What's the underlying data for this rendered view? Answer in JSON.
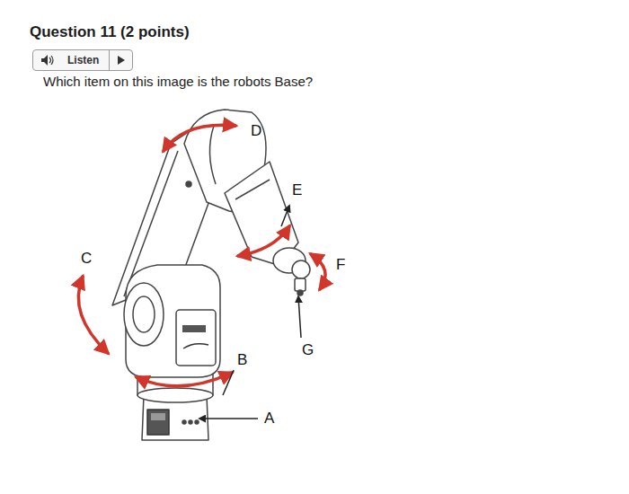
{
  "diagram": {
    "title": "Question 11 (2 points)",
    "nodes": [
      {
        "text": [
          "Listen"
        ]
      }
    ],
    "labels": [
      "Which item on this image is the robots Base?",
      "D",
      "E",
      "C",
      "F",
      "B",
      "G",
      "A"
    ]
  }
}
